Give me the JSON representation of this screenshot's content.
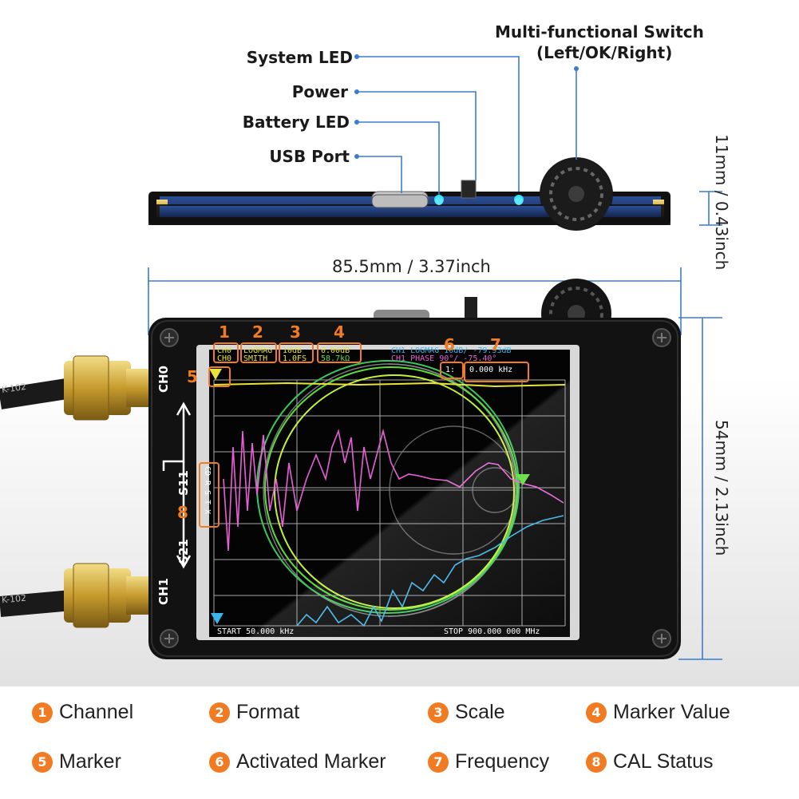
{
  "callouts": {
    "system_led": "System LED",
    "power": "Power",
    "battery_led": "Battery LED",
    "usb_port": "USB Port",
    "switch_line1": "Multi-functional Switch",
    "switch_line2": "(Left/OK/Right)"
  },
  "dimensions": {
    "width": "85.5mm / 3.37inch",
    "thickness": "11mm / 0.43inch",
    "height": "54mm / 2.13inch"
  },
  "device": {
    "port_ch0": "CH0",
    "port_ch1": "CH1",
    "s11": "S11",
    "s21": "S21",
    "cable_text": "K-102"
  },
  "screen": {
    "ch0_label": "CH0",
    "ch1_label": "CH0",
    "format_1": "LOGMAG",
    "format_2": "SMITH",
    "scale_1": "10dB",
    "scale_2": "1.0FS",
    "value_1": "0.00dB",
    "value_2": "58.7kΩ",
    "trace_info_1": "CH1 LOGMAG 10dB/ -79.53dB",
    "trace_info_2": "CH1 PHASE 90°/  -75.40°",
    "marker_id": "1:",
    "marker_freq": "0.000 kHz",
    "cal_status": "CD R S T X",
    "start": "START 50.000 kHz",
    "stop": "STOP 900.000 000 MHz"
  },
  "overlay_numbers": [
    "1",
    "2",
    "3",
    "4",
    "5",
    "6",
    "7",
    "8"
  ],
  "legend": [
    {
      "num": "1",
      "label": "Channel"
    },
    {
      "num": "2",
      "label": "Format"
    },
    {
      "num": "3",
      "label": "Scale"
    },
    {
      "num": "4",
      "label": "Marker Value"
    },
    {
      "num": "5",
      "label": "Marker"
    },
    {
      "num": "6",
      "label": "Activated Marker"
    },
    {
      "num": "7",
      "label": "Frequency"
    },
    {
      "num": "8",
      "label": "CAL Status"
    }
  ],
  "colors": {
    "accent": "#f07b22",
    "dimension_line": "#3a7bd5",
    "device_body": "#111111",
    "pcb_blue": "#1f3b78",
    "gold": "#c9a53a"
  }
}
